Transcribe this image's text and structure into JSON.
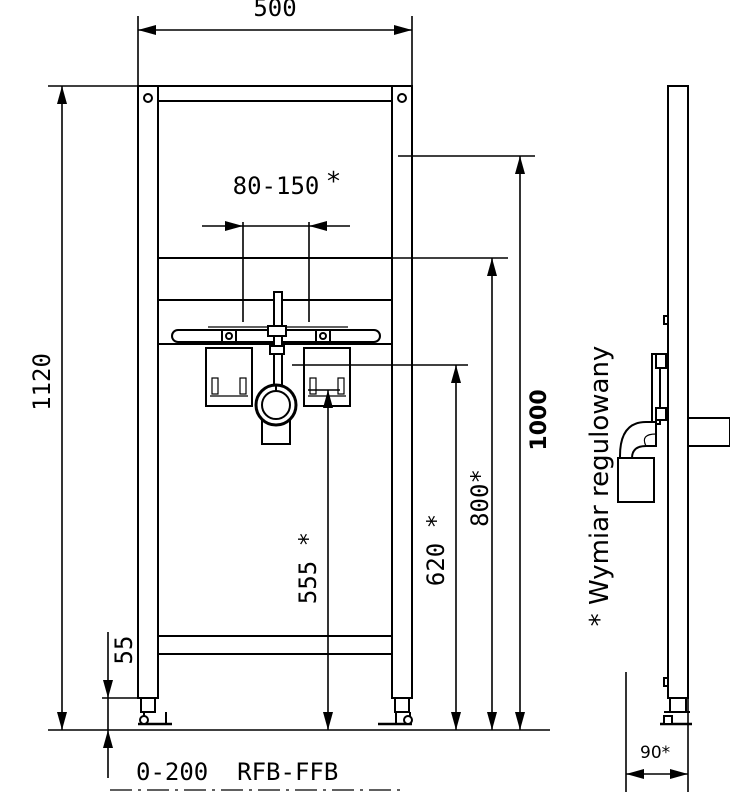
{
  "dimensions": {
    "width_top": "500",
    "height_total": "1120",
    "adjustable_spacing": "80-150",
    "adjustable_spacing_mark": "*",
    "height_1000": "1000",
    "height_800": "800*",
    "height_620": "620 *",
    "height_555": "555 *",
    "offset_55": "55",
    "floor_range": "0-200  RFB-FFB",
    "depth_90": "90*"
  },
  "note": "* Wymiar regulowany"
}
